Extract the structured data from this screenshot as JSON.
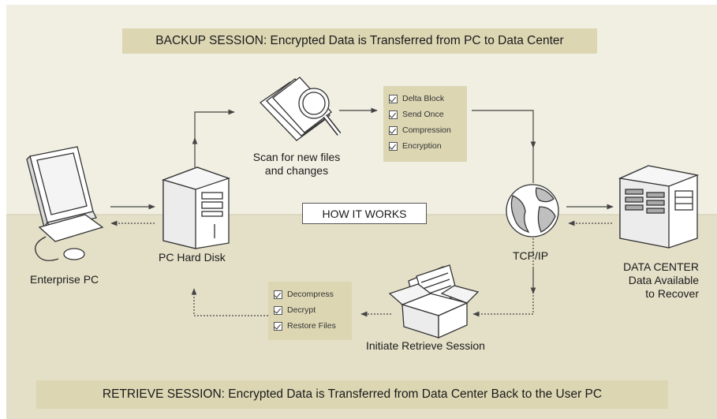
{
  "banners": {
    "backup": "BACKUP SESSION: Encrypted Data is Transferred from PC to Data Center",
    "retrieve": "RETRIEVE SESSION: Encrypted Data is Transferred from Data Center Back to the User PC"
  },
  "how_it_works": "HOW IT WORKS",
  "nodes": {
    "enterprise_pc": "Enterprise PC",
    "pc_hard_disk": "PC Hard Disk",
    "scan_line1": "Scan for new files",
    "scan_line2": "and changes",
    "tcpip": "TCP/IP",
    "data_center_line1": "DATA CENTER",
    "data_center_line2": "Data Available",
    "data_center_line3": "to Recover",
    "initiate_retrieve": "Initiate Retrieve Session"
  },
  "backup_checklist": [
    "Delta Block",
    "Send Once",
    "Compression",
    "Encryption"
  ],
  "retrieve_checklist": [
    "Decompress",
    "Decrypt",
    "Restore Files"
  ],
  "colors": {
    "upper_bg": "#f1efe2",
    "lower_bg": "#e4e0c8",
    "banner_bg": "#dcd6b3",
    "stroke": "#444444"
  }
}
